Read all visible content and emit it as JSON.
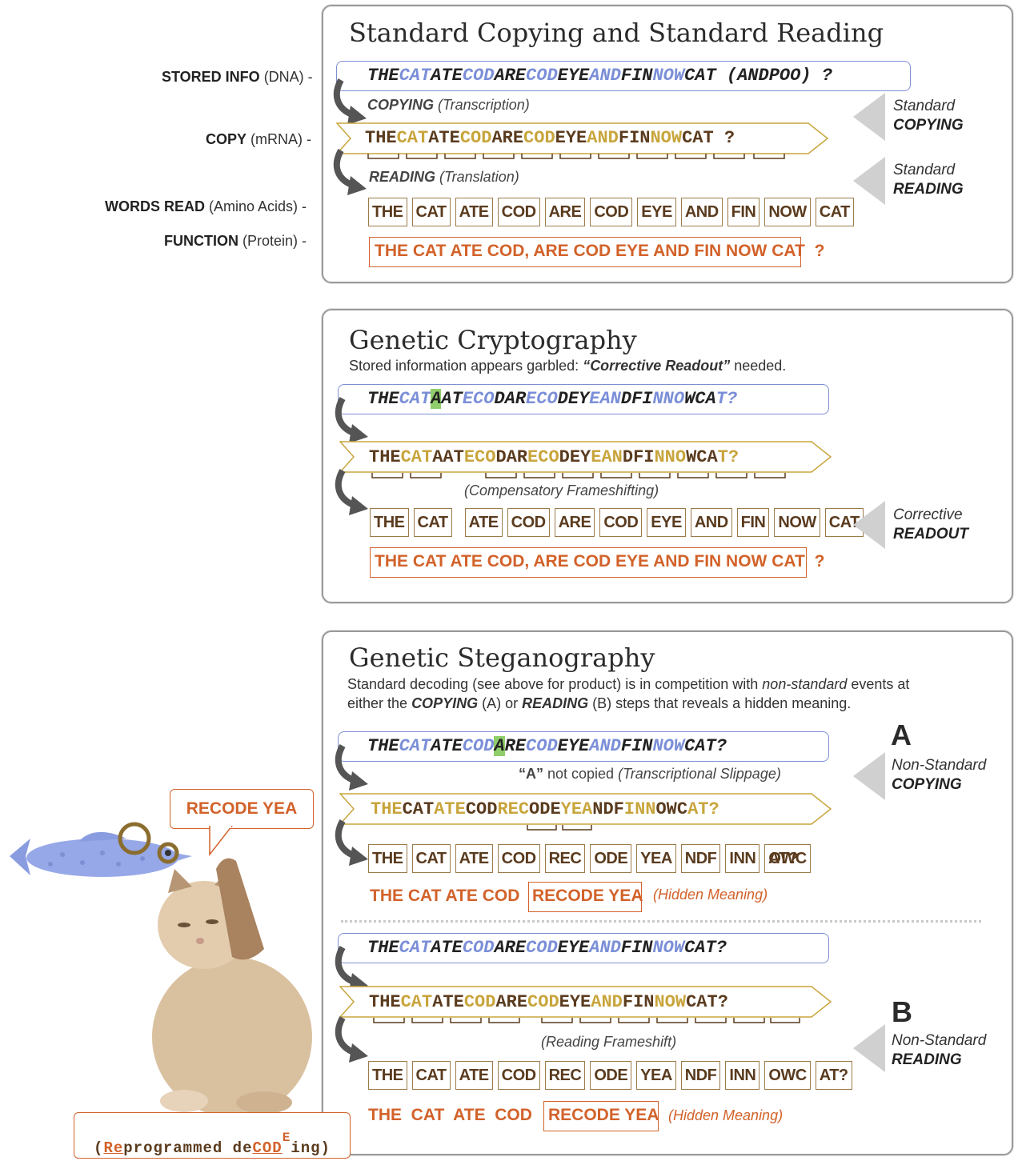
{
  "labels": {
    "stored": {
      "bold": "STORED INFO",
      "rest": " (DNA) -"
    },
    "copy": {
      "bold": "COPY",
      "rest": " (mRNA) -"
    },
    "words": {
      "bold": "WORDS READ",
      "rest": " (Amino Acids) -"
    },
    "function": {
      "bold": "FUNCTION",
      "rest": " (Protein) -"
    }
  },
  "panel1": {
    "title": "Standard Copying and Standard Reading",
    "dna": [
      [
        "THE",
        "c-dark"
      ],
      [
        "CAT",
        "c-blue"
      ],
      [
        "ATE",
        "c-dark"
      ],
      [
        "COD",
        "c-blue"
      ],
      [
        "ARE",
        "c-dark"
      ],
      [
        "COD",
        "c-blue"
      ],
      [
        "EYE",
        "c-dark"
      ],
      [
        "AND",
        "c-blue"
      ],
      [
        "FIN",
        "c-dark"
      ],
      [
        "NOW",
        "c-blue"
      ],
      [
        "CAT",
        "c-dark"
      ],
      [
        " (ANDPOO) ?",
        "c-dark"
      ]
    ],
    "copying_cap_bold": "COPYING",
    "copying_cap_rest": " (Transcription)",
    "mrna": [
      [
        "THE",
        "c-brown"
      ],
      [
        "CAT",
        "c-gold"
      ],
      [
        "ATE",
        "c-brown"
      ],
      [
        "COD",
        "c-gold"
      ],
      [
        "ARE",
        "c-brown"
      ],
      [
        "COD",
        "c-gold"
      ],
      [
        "EYE",
        "c-brown"
      ],
      [
        "AND",
        "c-gold"
      ],
      [
        "FIN",
        "c-brown"
      ],
      [
        "NOW",
        "c-gold"
      ],
      [
        "CAT",
        "c-brown"
      ],
      [
        " ?",
        "c-brown"
      ]
    ],
    "reading_cap_bold": "READING",
    "reading_cap_rest": " (Translation)",
    "words": [
      "THE",
      "CAT",
      "ATE",
      "COD",
      "ARE",
      "COD",
      "EYE",
      "AND",
      "FIN",
      "NOW",
      "CAT"
    ],
    "protein": "THE CAT ATE COD, ARE COD EYE AND FIN NOW CAT",
    "protein_q": "?",
    "side1_a": "Standard",
    "side1_b": "COPYING",
    "side2_a": "Standard",
    "side2_b": "READING"
  },
  "panel2": {
    "title": "Genetic Cryptography",
    "subtitle_a": "Stored information appears garbled: ",
    "subtitle_b": "“Corrective Readout”",
    "subtitle_c": " needed.",
    "dna": [
      [
        "THE",
        "c-dark"
      ],
      [
        "CAT",
        "c-blue"
      ],
      [
        "A",
        "c-dark hl"
      ],
      [
        "AT",
        "c-dark"
      ],
      [
        "ECO",
        "c-blue"
      ],
      [
        "DAR",
        "c-dark"
      ],
      [
        "ECO",
        "c-blue"
      ],
      [
        "DEY",
        "c-dark"
      ],
      [
        "EAN",
        "c-blue"
      ],
      [
        "DFI",
        "c-dark"
      ],
      [
        "NNO",
        "c-blue"
      ],
      [
        "WCA",
        "c-dark"
      ],
      [
        "T?",
        "c-blue"
      ]
    ],
    "mrna": [
      [
        "THE",
        "c-brown"
      ],
      [
        "CAT",
        "c-gold"
      ],
      [
        "AAT",
        "c-brown"
      ],
      [
        "ECO",
        "c-gold"
      ],
      [
        "DAR",
        "c-brown"
      ],
      [
        "ECO",
        "c-gold"
      ],
      [
        "DEY",
        "c-brown"
      ],
      [
        "EAN",
        "c-gold"
      ],
      [
        "DFI",
        "c-brown"
      ],
      [
        "NNO",
        "c-gold"
      ],
      [
        "WCA",
        "c-brown"
      ],
      [
        "T?",
        "c-gold"
      ]
    ],
    "frameshift_cap": "(Compensatory Frameshifting)",
    "words": [
      "THE",
      "CAT",
      "ATE",
      "COD",
      "ARE",
      "COD",
      "EYE",
      "AND",
      "FIN",
      "NOW",
      "CAT"
    ],
    "protein": "THE CAT ATE COD,  ARE COD EYE AND FIN NOW CAT",
    "protein_q": "?",
    "side_a": "Corrective",
    "side_b": "READOUT"
  },
  "panel3": {
    "title": "Genetic Steganography",
    "line1_a": "Standard decoding (see above for product) is in competition with ",
    "line1_b": "non-standard",
    "line1_c": " events at",
    "line2_a": "either the ",
    "line2_b": "COPYING",
    "line2_c": " (A) or ",
    "line2_d": "READING",
    "line2_e": " (B) steps that reveals a hidden meaning.",
    "A": {
      "letter": "A",
      "side_a": "Non-Standard",
      "side_b": "COPYING",
      "dna": [
        [
          "THE",
          "c-dark"
        ],
        [
          "CAT",
          "c-blue"
        ],
        [
          "ATE",
          "c-dark"
        ],
        [
          "COD",
          "c-blue"
        ],
        [
          "A",
          "c-dark hl"
        ],
        [
          "RE",
          "c-dark"
        ],
        [
          "COD",
          "c-blue"
        ],
        [
          "EYE",
          "c-dark"
        ],
        [
          "AND",
          "c-blue"
        ],
        [
          "FIN",
          "c-dark"
        ],
        [
          "NOW",
          "c-blue"
        ],
        [
          "CAT?",
          "c-dark"
        ]
      ],
      "slip_a": "“A”",
      "slip_b": " not copied ",
      "slip_c": "(Transcriptional  Slippage)",
      "mrna": [
        [
          "THE",
          "c-gold"
        ],
        [
          "CAT",
          "c-brown"
        ],
        [
          "ATE",
          "c-gold"
        ],
        [
          "COD",
          "c-brown"
        ],
        [
          "REC",
          "c-gold"
        ],
        [
          "ODE",
          "c-brown"
        ],
        [
          "YEA",
          "c-gold"
        ],
        [
          "NDF",
          "c-brown"
        ],
        [
          "INN",
          "c-gold"
        ],
        [
          "OWC",
          "c-brown"
        ],
        [
          "AT?",
          "c-gold"
        ]
      ],
      "words": [
        "THE",
        "CAT",
        "ATE",
        "COD",
        "REC",
        "ODE",
        "YEA",
        "NDF",
        "INN",
        "OWC"
      ],
      "tail": "AT?",
      "protein_a": "THE CAT ATE COD",
      "protein_b": "RECODE YEA",
      "hidden": "(Hidden Meaning)"
    },
    "B": {
      "letter": "B",
      "side_a": "Non-Standard",
      "side_b": "READING",
      "dna": [
        [
          "THE",
          "c-dark"
        ],
        [
          "CAT",
          "c-blue"
        ],
        [
          "ATE",
          "c-dark"
        ],
        [
          "COD",
          "c-blue"
        ],
        [
          "ARE",
          "c-dark"
        ],
        [
          "COD",
          "c-blue"
        ],
        [
          "EYE",
          "c-dark"
        ],
        [
          "AND",
          "c-blue"
        ],
        [
          "FIN",
          "c-dark"
        ],
        [
          "NOW",
          "c-blue"
        ],
        [
          "CAT?",
          "c-dark"
        ]
      ],
      "mrna": [
        [
          "THE",
          "c-brown"
        ],
        [
          "CAT",
          "c-gold"
        ],
        [
          "ATE",
          "c-brown"
        ],
        [
          "COD",
          "c-gold"
        ],
        [
          "ARE",
          "c-brown"
        ],
        [
          "COD",
          "c-gold"
        ],
        [
          "EYE",
          "c-brown"
        ],
        [
          "AND",
          "c-gold"
        ],
        [
          "FIN",
          "c-brown"
        ],
        [
          "NOW",
          "c-gold"
        ],
        [
          "CAT?",
          "c-brown"
        ]
      ],
      "frameshift_cap": "(Reading Frameshift)",
      "words": [
        "THE",
        "CAT",
        "ATE",
        "COD",
        "REC",
        "ODE",
        "YEA",
        "NDF",
        "INN",
        "OWC",
        "AT?"
      ],
      "protein_a": "THE  CAT  ATE  COD",
      "protein_b": "RECODE YEA",
      "hidden": "(Hidden Meaning)"
    }
  },
  "cat": {
    "speech": "RECODE YEA",
    "caption": [
      [
        "(",
        ""
      ],
      [
        "Re",
        "u"
      ],
      [
        "programmed de",
        ""
      ],
      [
        "COD",
        "u"
      ],
      [
        "E",
        "sup"
      ],
      [
        "ing)",
        ""
      ]
    ]
  },
  "colors": {
    "blue": "#7b8fd8",
    "gold": "#c8a53c",
    "brown": "#5a3b1e",
    "orange": "#d2622a",
    "green": "#8fce6a"
  }
}
